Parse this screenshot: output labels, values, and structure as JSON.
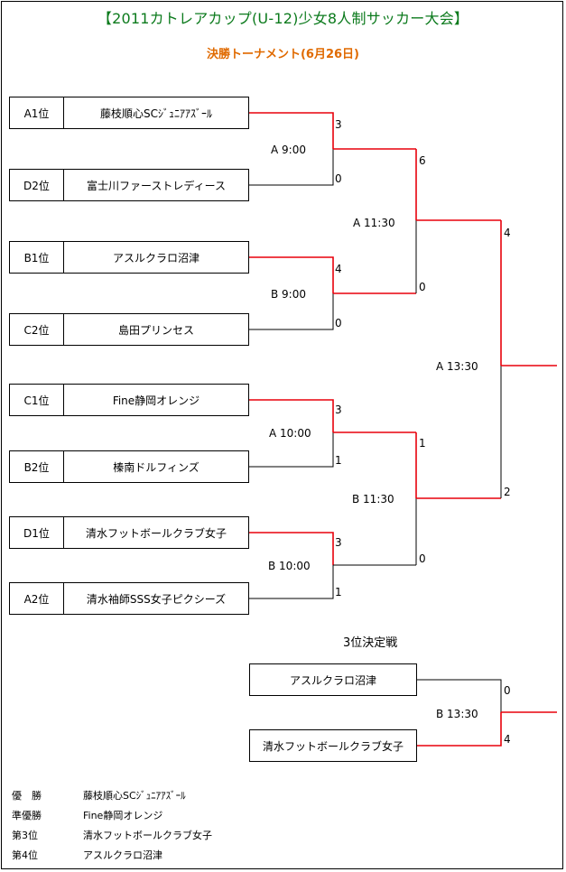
{
  "title": "【2011カトレアカップ(U-12)少女8人制サッカー大会】",
  "subtitle": "決勝トーナメント(6月26日)",
  "colors": {
    "title": "#0b7a1c",
    "subtitle": "#e06a00",
    "winner_line": "#e8000b",
    "loser_line": "#000000"
  },
  "entries": [
    {
      "seed": "A1位",
      "team": "藤枝順心SCｼﾞｭﾆｱｱｽﾞｰﾙ"
    },
    {
      "seed": "D2位",
      "team": "富士川ファーストレディース"
    },
    {
      "seed": "B1位",
      "team": "アスルクラロ沼津"
    },
    {
      "seed": "C2位",
      "team": "島田プリンセス"
    },
    {
      "seed": "C1位",
      "team": "Fine静岡オレンジ"
    },
    {
      "seed": "B2位",
      "team": "榛南ドルフィンズ"
    },
    {
      "seed": "D1位",
      "team": "清水フットボールクラブ女子"
    },
    {
      "seed": "A2位",
      "team": "清水袖師SSS女子ピクシーズ"
    }
  ],
  "matches": {
    "r1_1": {
      "label": "A  9:00",
      "score_top": "3",
      "score_bottom": "0"
    },
    "r1_2": {
      "label": "B  9:00",
      "score_top": "4",
      "score_bottom": "0"
    },
    "r1_3": {
      "label": "A  10:00",
      "score_top": "3",
      "score_bottom": "1"
    },
    "r1_4": {
      "label": "B  10:00",
      "score_top": "3",
      "score_bottom": "1"
    },
    "sf_1": {
      "label": "A  11:30",
      "score_top": "6",
      "score_bottom": "0"
    },
    "sf_2": {
      "label": "B  11:30",
      "score_top": "1",
      "score_bottom": "0"
    },
    "final": {
      "label": "A  13:30",
      "score_top": "4",
      "score_bottom": "2"
    },
    "third": {
      "heading": "3位決定戦",
      "label": "B  13:30",
      "team_top": "アスルクラロ沼津",
      "team_bottom": "清水フットボールクラブ女子",
      "score_top": "0",
      "score_bottom": "4"
    }
  },
  "results": [
    {
      "rank": "優　勝",
      "team": "藤枝順心SCｼﾞｭﾆｱｱｽﾞｰﾙ"
    },
    {
      "rank": "準優勝",
      "team": "Fine静岡オレンジ"
    },
    {
      "rank": "第3位",
      "team": "清水フットボールクラブ女子"
    },
    {
      "rank": "第4位",
      "team": "アスルクラロ沼津"
    }
  ]
}
